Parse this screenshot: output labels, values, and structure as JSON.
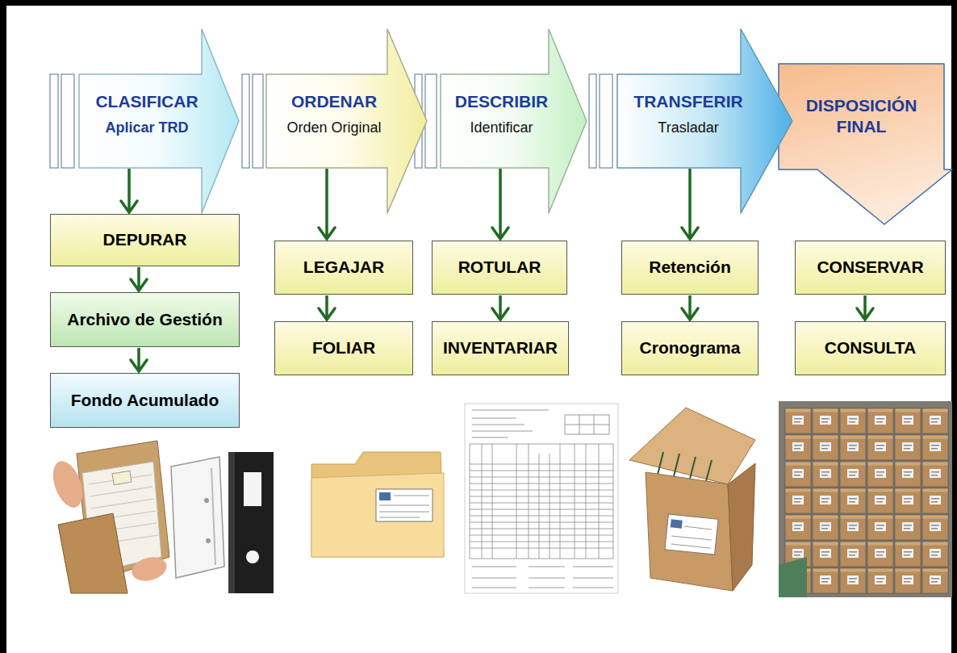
{
  "diagram": {
    "nodes": [
      {
        "text": [
          "CLASIFICAR",
          "Aplicar TRD"
        ]
      },
      {
        "text": [
          "ORDENAR",
          "Orden Original"
        ]
      },
      {
        "text": [
          "DESCRIBIR",
          "Identificar"
        ]
      },
      {
        "text": [
          "TRANSFERIR",
          "Trasladar"
        ]
      },
      {
        "text": [
          "DISPOSICIÓN FINAL"
        ]
      },
      {
        "text": [
          "DEPURAR"
        ]
      },
      {
        "text": [
          "Archivo de Gestión"
        ]
      },
      {
        "text": [
          "Fondo Acumulado"
        ]
      },
      {
        "text": [
          "LEGAJAR"
        ]
      },
      {
        "text": [
          "FOLIAR"
        ]
      },
      {
        "text": [
          "ROTULAR"
        ]
      },
      {
        "text": [
          "INVENTARIAR"
        ]
      },
      {
        "text": [
          "Retención"
        ]
      },
      {
        "text": [
          "Cronograma"
        ]
      },
      {
        "text": [
          "CONSERVAR"
        ]
      },
      {
        "text": [
          "CONSULTA"
        ]
      }
    ],
    "edges": [
      {
        "from": 0,
        "to": 5,
        "arrow": "to"
      },
      {
        "from": 5,
        "to": 6,
        "arrow": "to"
      },
      {
        "from": 6,
        "to": 7,
        "arrow": "to"
      },
      {
        "from": 1,
        "to": 8,
        "arrow": "to"
      },
      {
        "from": 8,
        "to": 9,
        "arrow": "to"
      },
      {
        "from": 2,
        "to": 10,
        "arrow": "to"
      },
      {
        "from": 10,
        "to": 11,
        "arrow": "to"
      },
      {
        "from": 3,
        "to": 12,
        "arrow": "to"
      },
      {
        "from": 12,
        "to": 13,
        "arrow": "to"
      },
      {
        "from": 14,
        "to": 15,
        "arrow": "to"
      }
    ]
  }
}
